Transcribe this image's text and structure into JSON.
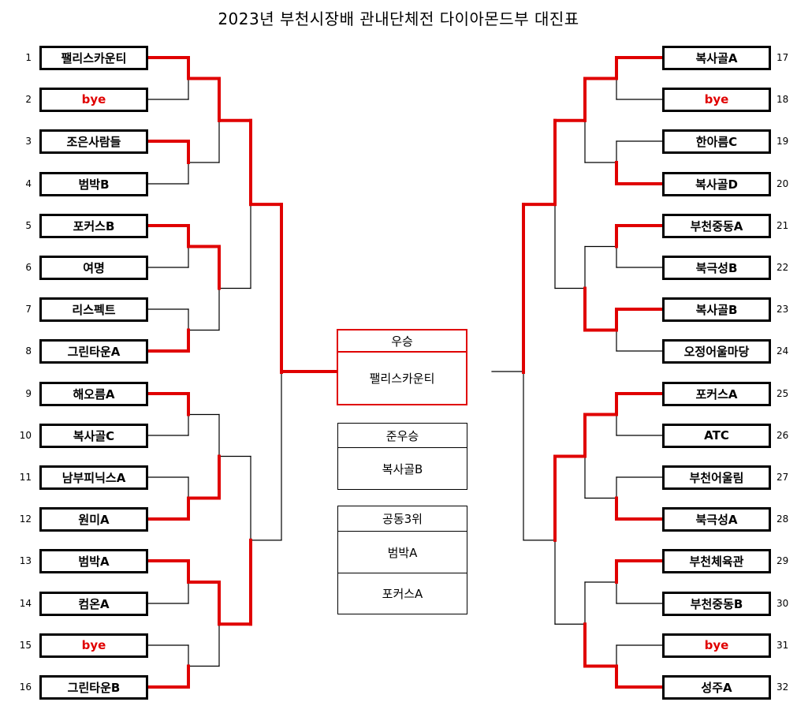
{
  "title": "2023년 부천시장배 관내단체전 다이아몬드부 대진표",
  "colors": {
    "win": "#e00000",
    "line": "#000000",
    "bye": "#e00000"
  },
  "left": [
    {
      "seed": "1",
      "name": "팰리스카운티"
    },
    {
      "seed": "2",
      "name": "bye"
    },
    {
      "seed": "3",
      "name": "조은사람들"
    },
    {
      "seed": "4",
      "name": "범박B"
    },
    {
      "seed": "5",
      "name": "포커스B"
    },
    {
      "seed": "6",
      "name": "여명"
    },
    {
      "seed": "7",
      "name": "리스펙트"
    },
    {
      "seed": "8",
      "name": "그린타운A"
    },
    {
      "seed": "9",
      "name": "해오름A"
    },
    {
      "seed": "10",
      "name": "복사골C"
    },
    {
      "seed": "11",
      "name": "남부피닉스A"
    },
    {
      "seed": "12",
      "name": "원미A"
    },
    {
      "seed": "13",
      "name": "범박A"
    },
    {
      "seed": "14",
      "name": "컴온A"
    },
    {
      "seed": "15",
      "name": "bye"
    },
    {
      "seed": "16",
      "name": "그린타운B"
    }
  ],
  "right": [
    {
      "seed": "17",
      "name": "복사골A"
    },
    {
      "seed": "18",
      "name": "bye"
    },
    {
      "seed": "19",
      "name": "한아름C"
    },
    {
      "seed": "20",
      "name": "복사골D"
    },
    {
      "seed": "21",
      "name": "부천중동A"
    },
    {
      "seed": "22",
      "name": "북극성B"
    },
    {
      "seed": "23",
      "name": "복사골B"
    },
    {
      "seed": "24",
      "name": "오정어울마당"
    },
    {
      "seed": "25",
      "name": "포커스A"
    },
    {
      "seed": "26",
      "name": "ATC"
    },
    {
      "seed": "27",
      "name": "부천어울림"
    },
    {
      "seed": "28",
      "name": "북극성A"
    },
    {
      "seed": "29",
      "name": "부천체육관"
    },
    {
      "seed": "30",
      "name": "부천중동B"
    },
    {
      "seed": "31",
      "name": "bye"
    },
    {
      "seed": "32",
      "name": "성주A"
    }
  ],
  "bracket": {
    "left": {
      "r1": [
        0,
        2,
        4,
        7,
        8,
        11,
        12,
        15
      ],
      "r2": [
        0,
        2,
        5,
        6
      ],
      "r3": [
        0,
        3
      ],
      "r4": 0
    },
    "right": {
      "r1": [
        0,
        3,
        4,
        6,
        8,
        11,
        12,
        15
      ],
      "r2": [
        0,
        3,
        4,
        7
      ],
      "r3": [
        0,
        2
      ],
      "r4": 0
    },
    "final": "left"
  },
  "results": {
    "champion_label": "우승",
    "champion": "팰리스카운티",
    "runner_up_label": "준우승",
    "runner_up": "복사골B",
    "third_label": "공동3위",
    "third": [
      "범박A",
      "포커스A"
    ]
  }
}
